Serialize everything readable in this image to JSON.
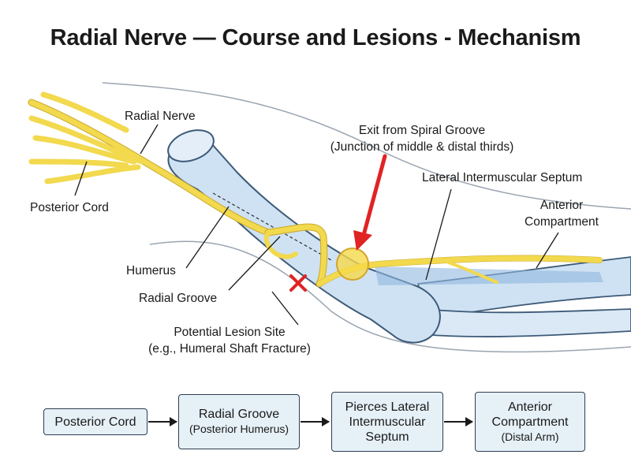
{
  "title": "Radial Nerve — Course and Lesions - Mechanism",
  "labels": {
    "radial_nerve": "Radial Nerve",
    "posterior_cord": "Posterior Cord",
    "humerus": "Humerus",
    "radial_groove": "Radial Groove",
    "lesion_line1": "Potential Lesion Site",
    "lesion_line2": "(e.g., Humeral Shaft Fracture)",
    "exit_line1": "Exit from Spiral Groove",
    "exit_line2": "(Junction of middle & distal thirds)",
    "septum": "Lateral Intermuscular Septum",
    "anterior_line1": "Anterior",
    "anterior_line2": "Compartment"
  },
  "flow": {
    "step1": "Posterior Cord",
    "step2_line1": "Radial Groove",
    "step2_line2": "(Posterior Humerus)",
    "step3_line1": "Pierces Lateral",
    "step3_line2": "Intermuscular",
    "step3_line3": "Septum",
    "step4_line1": "Anterior",
    "step4_line2": "Compartment",
    "step4_line3": "(Distal Arm)"
  },
  "colors": {
    "nerve": "#f2d94e",
    "bone": "#cfe2f3",
    "lesion_marker": "#e02323",
    "exit_highlight": "#f5d94a",
    "flow_box_fill": "#e6f0f7"
  }
}
